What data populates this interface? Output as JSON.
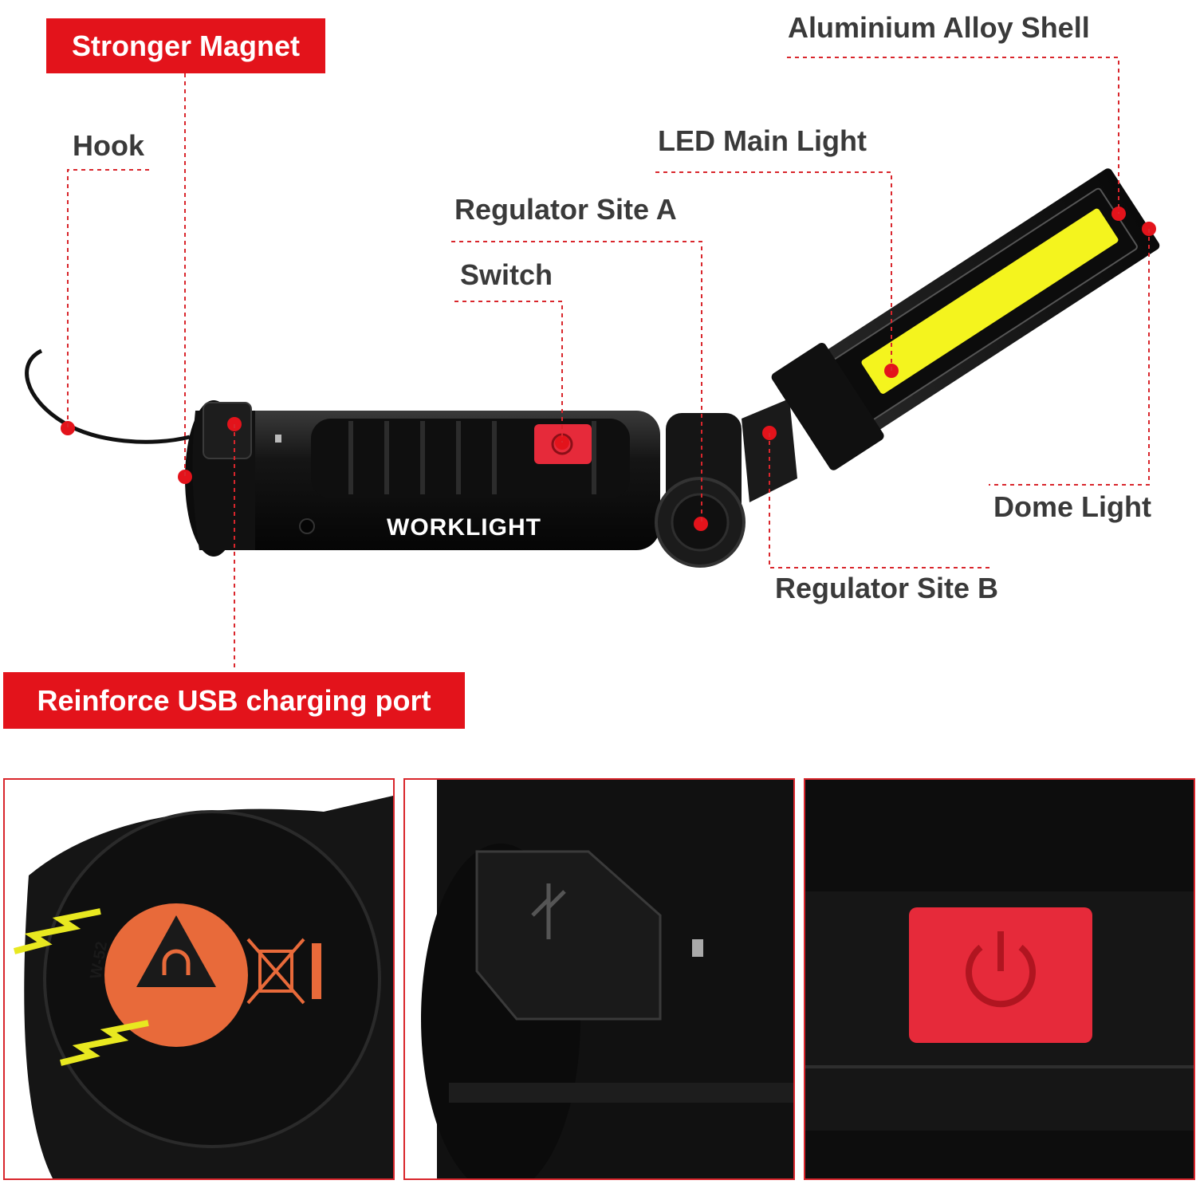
{
  "callouts": {
    "stronger_magnet": "Stronger Magnet",
    "hook": "Hook",
    "aluminium_alloy_shell": "Aluminium Alloy Shell",
    "led_main_light": "LED Main Light",
    "regulator_site_a": "Regulator Site A",
    "switch": "Switch",
    "dome_light": "Dome Light",
    "regulator_site_b": "Regulator Site B",
    "reinforce_usb_port": "Reinforce USB charging port"
  },
  "product": {
    "body_text": "WORKLIGHT",
    "model_text": "W-52"
  },
  "colors": {
    "accent_red": "#e3131b",
    "led_yellow": "#f4f41e",
    "body_black": "#141414"
  },
  "panels": [
    {
      "name": "magnet-closeup",
      "icons": [
        "magnet-icon",
        "warning-triangle-icon",
        "no-trash-icon"
      ]
    },
    {
      "name": "usb-port-closeup",
      "icons": [
        "usb-icon"
      ]
    },
    {
      "name": "switch-closeup",
      "icons": [
        "power-icon"
      ]
    }
  ]
}
